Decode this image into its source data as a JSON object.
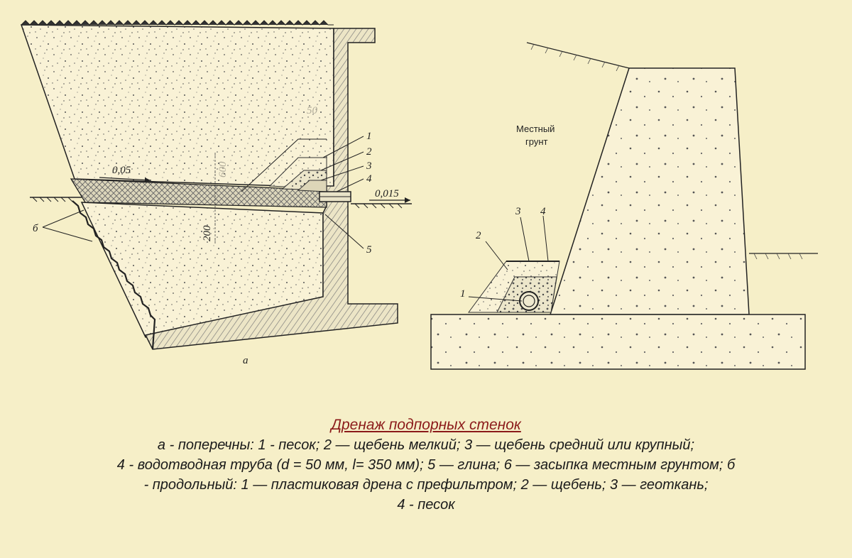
{
  "diagram_a": {
    "slope_top": "0,05",
    "slope_right": "0,015",
    "dim_vertical": "200",
    "dim_faded_1": "50",
    "dim_faded_2": "600",
    "callouts": [
      "1",
      "2",
      "3",
      "4",
      "5"
    ],
    "backfill_label": "б",
    "caption_letter": "а"
  },
  "diagram_b": {
    "soil_label_line1": "Местный",
    "soil_label_line2": "грунт",
    "callouts": [
      "1",
      "2",
      "3",
      "4"
    ]
  },
  "caption": {
    "title": "Дренаж подпорных стенок",
    "lines": [
      "а - поперечны: 1 - песок; 2 — щебень мелкий; 3 — щебень средний или крупный;",
      "4 - водотводная труба (d = 50 мм, l= 350 мм); 5 — глина; 6 — засыпка местным грунтом; б",
      "- продольный: 1 — пластиковая дрена с префильтром; 2 — щебень; 3 — геоткань;",
      "4 - песок"
    ]
  }
}
